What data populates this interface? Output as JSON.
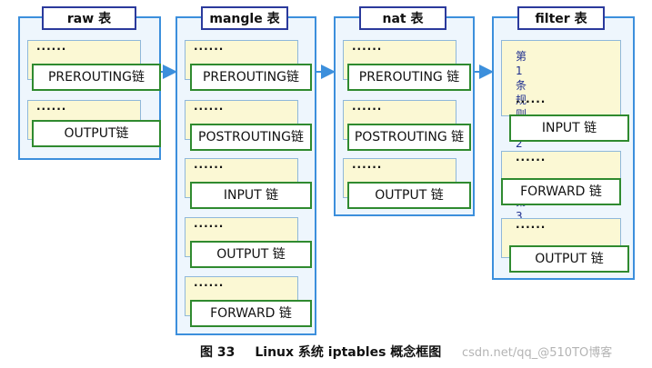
{
  "tables": {
    "raw": {
      "title": "raw 表",
      "chains": [
        {
          "dots": "......",
          "label": "PREROUTING链"
        },
        {
          "dots": "......",
          "label": "OUTPUT链"
        }
      ]
    },
    "mangle": {
      "title": "mangle 表",
      "chains": [
        {
          "dots": "......",
          "label": "PREROUTING链"
        },
        {
          "dots": "......",
          "label": "POSTROUTING链"
        },
        {
          "dots": "......",
          "label": "INPUT 链"
        },
        {
          "dots": "......",
          "label": "OUTPUT 链"
        },
        {
          "dots": "......",
          "label": "FORWARD 链"
        }
      ]
    },
    "nat": {
      "title": "nat 表",
      "chains": [
        {
          "dots": "......",
          "label": "PREROUTING 链"
        },
        {
          "dots": "......",
          "label": "POSTROUTING 链"
        },
        {
          "dots": "......",
          "label": "OUTPUT 链"
        }
      ]
    },
    "filter": {
      "title": "filter 表",
      "rules": [
        "第1条规则",
        "第2条规则",
        "第3条规则"
      ],
      "chains": [
        {
          "dots": "......",
          "label": "INPUT 链"
        },
        {
          "dots": "......",
          "label": "FORWARD 链"
        },
        {
          "dots": "......",
          "label": "OUTPUT 链"
        }
      ]
    }
  },
  "caption": {
    "figure": "图 33",
    "text": "Linux 系统 iptables 概念框图"
  },
  "watermark": "csdn.net/qq_@510TO博客",
  "colors": {
    "table_border": "#3c8fdc",
    "title_border": "#2b3a9c",
    "chain_border": "#2f8a2f",
    "chain_bg": "#fbf8d4",
    "arrow": "#3c8fdc"
  }
}
